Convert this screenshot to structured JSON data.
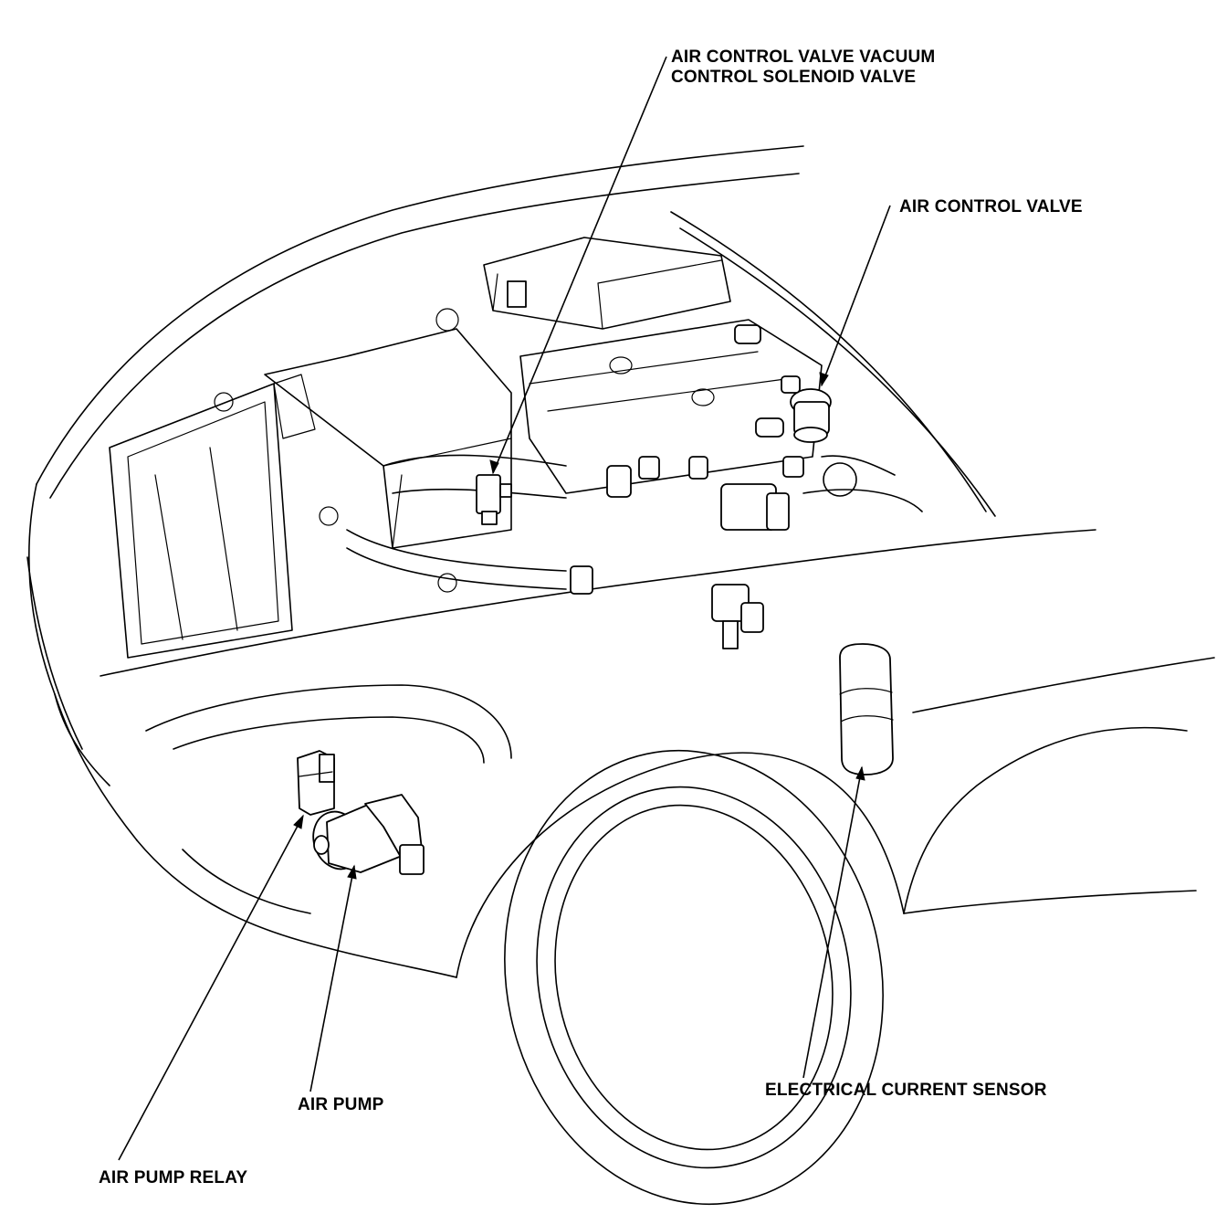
{
  "labels": {
    "air_control_valve_vacuum_solenoid_line1": "AIR CONTROL VALVE VACUUM",
    "air_control_valve_vacuum_solenoid_line2": "CONTROL SOLENOID VALVE",
    "air_control_valve": "AIR CONTROL VALVE",
    "electrical_current_sensor": "ELECTRICAL CURRENT SENSOR",
    "air_pump": "AIR PUMP",
    "air_pump_relay": "AIR PUMP RELAY"
  },
  "colors": {
    "line": "#000000",
    "background": "#ffffff"
  }
}
